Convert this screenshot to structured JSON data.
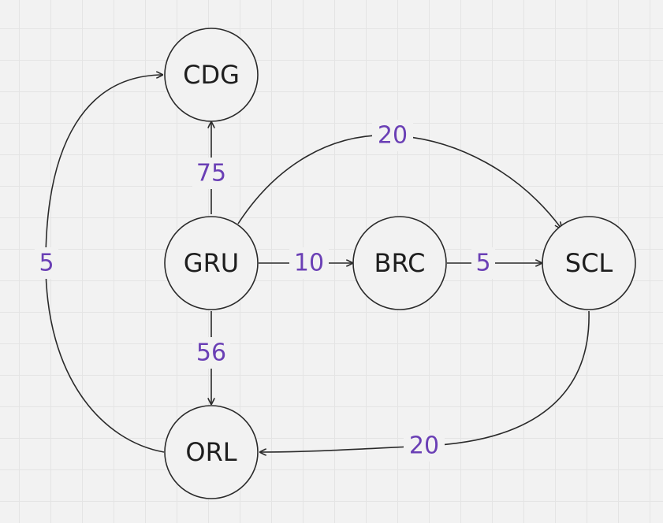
{
  "diagram": {
    "nodes": [
      {
        "id": "CDG",
        "label": "CDG"
      },
      {
        "id": "GRU",
        "label": "GRU"
      },
      {
        "id": "BRC",
        "label": "BRC"
      },
      {
        "id": "SCL",
        "label": "SCL"
      },
      {
        "id": "ORL",
        "label": "ORL"
      }
    ],
    "edges": [
      {
        "from": "GRU",
        "to": "CDG",
        "weight": "75"
      },
      {
        "from": "GRU",
        "to": "SCL",
        "weight": "20"
      },
      {
        "from": "GRU",
        "to": "BRC",
        "weight": "10"
      },
      {
        "from": "BRC",
        "to": "SCL",
        "weight": "5"
      },
      {
        "from": "GRU",
        "to": "ORL",
        "weight": "56"
      },
      {
        "from": "SCL",
        "to": "ORL",
        "weight": "20"
      },
      {
        "from": "ORL",
        "to": "CDG",
        "weight": "5"
      }
    ],
    "colors": {
      "node_stroke": "#2a2a2a",
      "edge_label": "#6a3fb5",
      "background": "#f2f2f2",
      "grid": "#e4e4e4"
    }
  }
}
